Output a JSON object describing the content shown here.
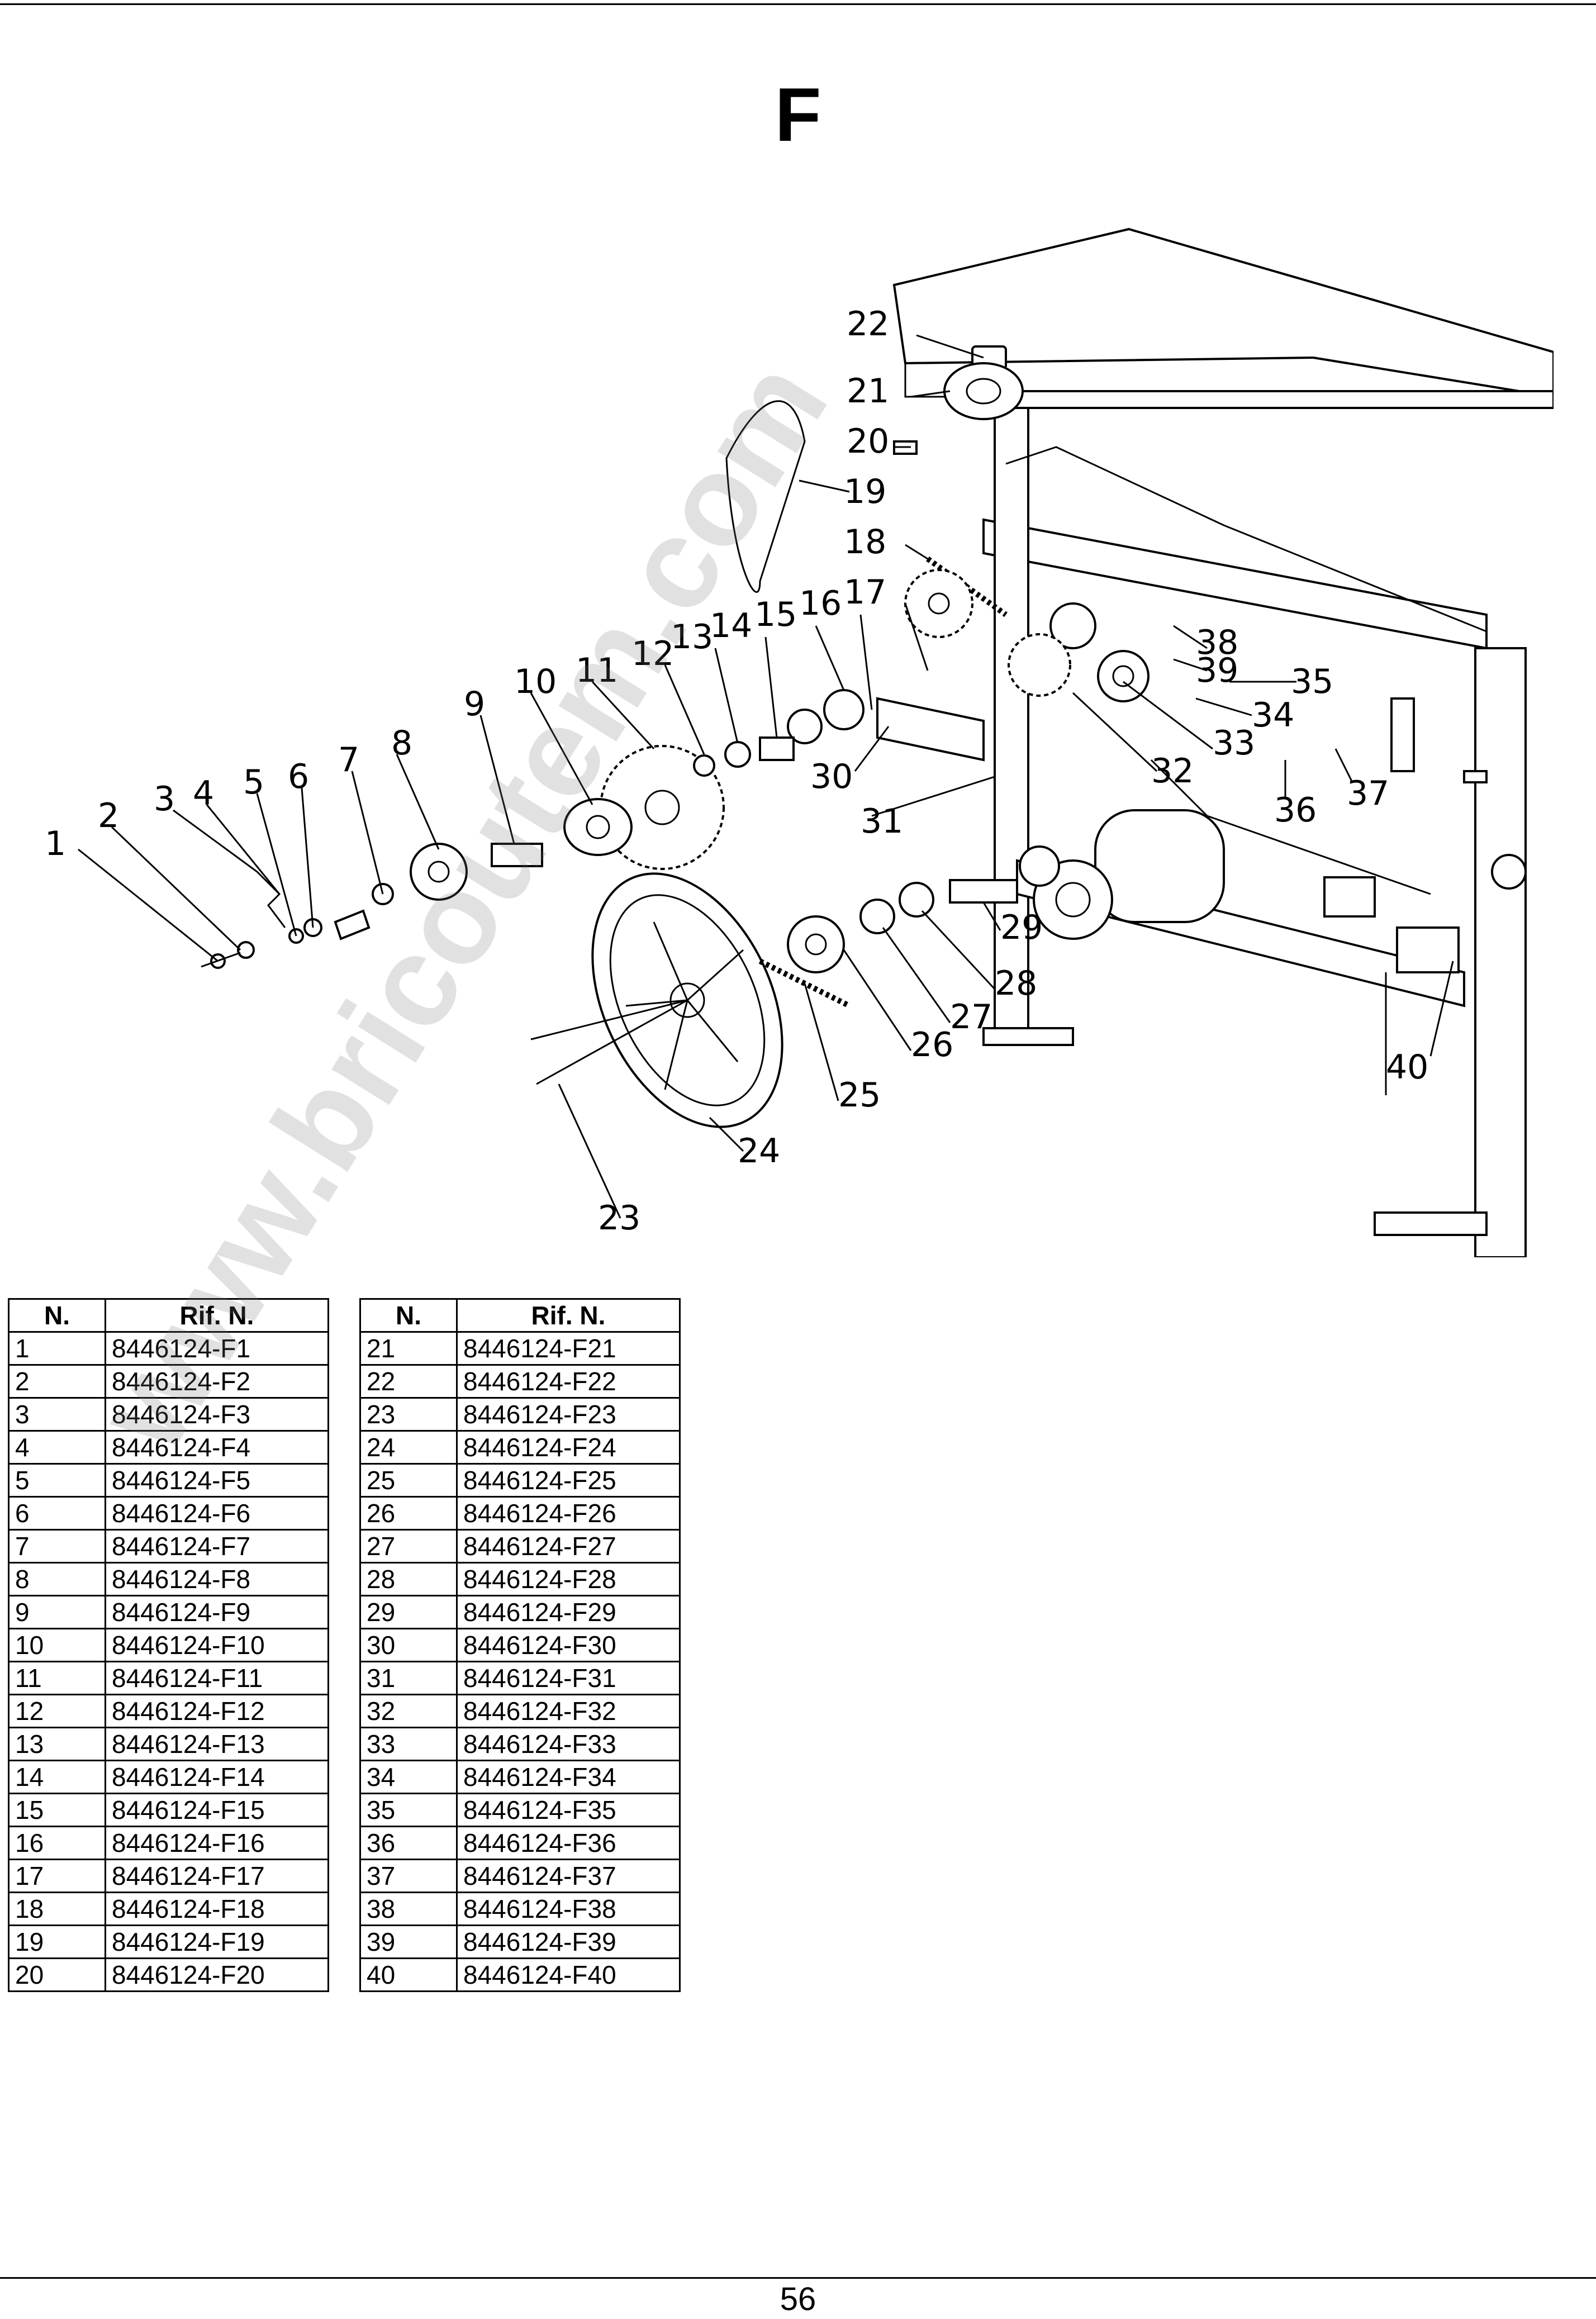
{
  "header": {
    "section_letter": "F"
  },
  "diagram": {
    "callouts": [
      "1",
      "2",
      "3",
      "4",
      "5",
      "6",
      "7",
      "8",
      "9",
      "10",
      "11",
      "12",
      "13",
      "14",
      "15",
      "16",
      "17",
      "18",
      "19",
      "20",
      "21",
      "22",
      "23",
      "24",
      "25",
      "26",
      "27",
      "28",
      "29",
      "30",
      "31",
      "32",
      "33",
      "34",
      "35",
      "36",
      "37",
      "38",
      "39",
      "40"
    ]
  },
  "tables": {
    "header": {
      "n": "N.",
      "rif": "Rif. N."
    },
    "left": [
      {
        "n": "1",
        "rif": "8446124-F1"
      },
      {
        "n": "2",
        "rif": "8446124-F2"
      },
      {
        "n": "3",
        "rif": "8446124-F3"
      },
      {
        "n": "4",
        "rif": "8446124-F4"
      },
      {
        "n": "5",
        "rif": "8446124-F5"
      },
      {
        "n": "6",
        "rif": "8446124-F6"
      },
      {
        "n": "7",
        "rif": "8446124-F7"
      },
      {
        "n": "8",
        "rif": "8446124-F8"
      },
      {
        "n": "9",
        "rif": "8446124-F9"
      },
      {
        "n": "10",
        "rif": "8446124-F10"
      },
      {
        "n": "11",
        "rif": "8446124-F11"
      },
      {
        "n": "12",
        "rif": "8446124-F12"
      },
      {
        "n": "13",
        "rif": "8446124-F13"
      },
      {
        "n": "14",
        "rif": "8446124-F14"
      },
      {
        "n": "15",
        "rif": "8446124-F15"
      },
      {
        "n": "16",
        "rif": "8446124-F16"
      },
      {
        "n": "17",
        "rif": "8446124-F17"
      },
      {
        "n": "18",
        "rif": "8446124-F18"
      },
      {
        "n": "19",
        "rif": "8446124-F19"
      },
      {
        "n": "20",
        "rif": "8446124-F20"
      }
    ],
    "right": [
      {
        "n": "21",
        "rif": "8446124-F21"
      },
      {
        "n": "22",
        "rif": "8446124-F22"
      },
      {
        "n": "23",
        "rif": "8446124-F23"
      },
      {
        "n": "24",
        "rif": "8446124-F24"
      },
      {
        "n": "25",
        "rif": "8446124-F25"
      },
      {
        "n": "26",
        "rif": "8446124-F26"
      },
      {
        "n": "27",
        "rif": "8446124-F27"
      },
      {
        "n": "28",
        "rif": "8446124-F28"
      },
      {
        "n": "29",
        "rif": "8446124-F29"
      },
      {
        "n": "30",
        "rif": "8446124-F30"
      },
      {
        "n": "31",
        "rif": "8446124-F31"
      },
      {
        "n": "32",
        "rif": "8446124-F32"
      },
      {
        "n": "33",
        "rif": "8446124-F33"
      },
      {
        "n": "34",
        "rif": "8446124-F34"
      },
      {
        "n": "35",
        "rif": "8446124-F35"
      },
      {
        "n": "36",
        "rif": "8446124-F36"
      },
      {
        "n": "37",
        "rif": "8446124-F37"
      },
      {
        "n": "38",
        "rif": "8446124-F38"
      },
      {
        "n": "39",
        "rif": "8446124-F39"
      },
      {
        "n": "40",
        "rif": "8446124-F40"
      }
    ]
  },
  "watermark": {
    "text": "www.bricoutem.com"
  },
  "footer": {
    "page_number": "56"
  }
}
